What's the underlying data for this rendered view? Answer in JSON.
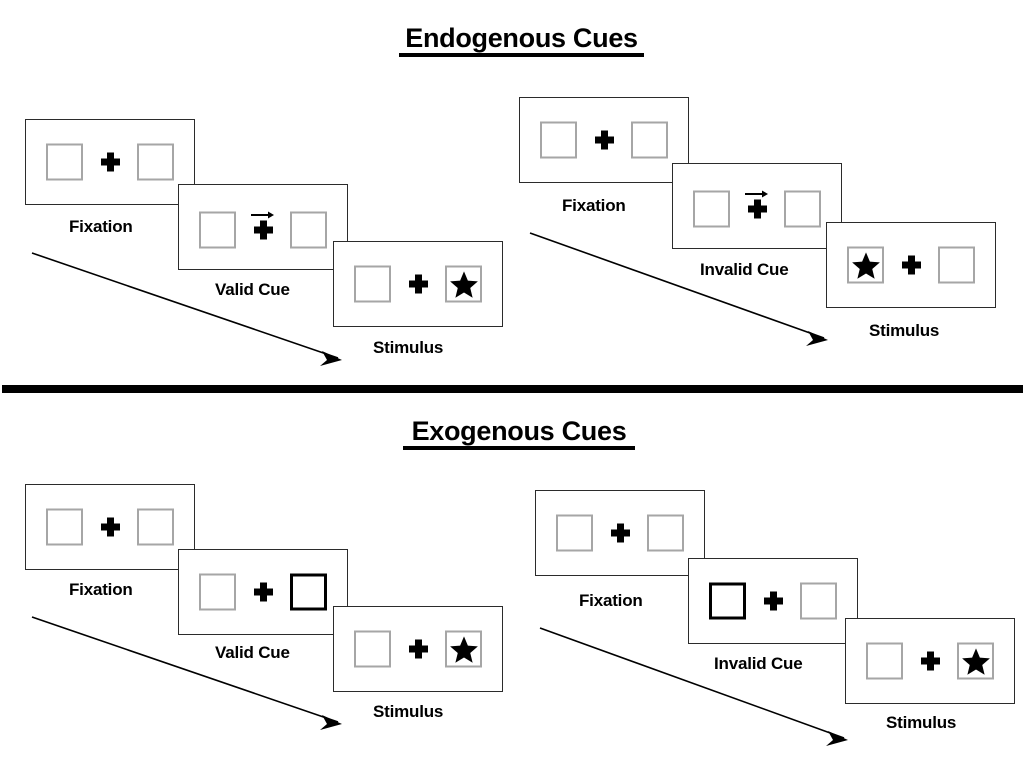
{
  "figure": {
    "title_endogenous": "Endogenous Cues",
    "title_exogenous": "Exogenous Cues"
  },
  "labels": {
    "fixation": "Fixation",
    "valid_cue": "Valid Cue",
    "invalid_cue": "Invalid Cue",
    "stimulus": "Stimulus"
  },
  "colors": {
    "frame_border": "#2b2b2b",
    "placeholder_box_border": "#a6a6a6",
    "cued_box_border": "#000000",
    "ink": "#000000",
    "background": "#ffffff"
  },
  "icons": {
    "fixation_cross": "plus-icon",
    "target": "star-icon",
    "directional_cue": "arrow-right-icon",
    "sequence": "diagonal-arrow-icon"
  },
  "sections": [
    {
      "id": "endogenous",
      "title": "Endogenous Cues",
      "conditions": [
        {
          "id": "endogenous-valid",
          "cue_type": "valid",
          "frames": [
            {
              "caption": "Fixation",
              "left_box": "empty",
              "right_box": "empty",
              "center": "plus",
              "arrow_cue": "none"
            },
            {
              "caption": "Valid Cue",
              "left_box": "empty",
              "right_box": "empty",
              "center": "plus",
              "arrow_cue": "right"
            },
            {
              "caption": "Stimulus",
              "left_box": "empty",
              "right_box": "star",
              "center": "plus",
              "arrow_cue": "none"
            }
          ]
        },
        {
          "id": "endogenous-invalid",
          "cue_type": "invalid",
          "frames": [
            {
              "caption": "Fixation",
              "left_box": "empty",
              "right_box": "empty",
              "center": "plus",
              "arrow_cue": "none"
            },
            {
              "caption": "Invalid Cue",
              "left_box": "empty",
              "right_box": "empty",
              "center": "plus",
              "arrow_cue": "right"
            },
            {
              "caption": "Stimulus",
              "left_box": "star",
              "right_box": "empty",
              "center": "plus",
              "arrow_cue": "none"
            }
          ]
        }
      ]
    },
    {
      "id": "exogenous",
      "title": "Exogenous Cues",
      "conditions": [
        {
          "id": "exogenous-valid",
          "cue_type": "valid",
          "frames": [
            {
              "caption": "Fixation",
              "left_box": "empty",
              "right_box": "empty",
              "center": "plus",
              "arrow_cue": "none"
            },
            {
              "caption": "Valid Cue",
              "left_box": "empty",
              "right_box": "cued",
              "center": "plus",
              "arrow_cue": "none"
            },
            {
              "caption": "Stimulus",
              "left_box": "empty",
              "right_box": "star",
              "center": "plus",
              "arrow_cue": "none"
            }
          ]
        },
        {
          "id": "exogenous-invalid",
          "cue_type": "invalid",
          "frames": [
            {
              "caption": "Fixation",
              "left_box": "empty",
              "right_box": "empty",
              "center": "plus",
              "arrow_cue": "none"
            },
            {
              "caption": "Invalid Cue",
              "left_box": "cued",
              "right_box": "empty",
              "center": "plus",
              "arrow_cue": "none"
            },
            {
              "caption": "Stimulus",
              "left_box": "empty",
              "right_box": "star",
              "center": "plus",
              "arrow_cue": "none"
            }
          ]
        }
      ]
    }
  ]
}
